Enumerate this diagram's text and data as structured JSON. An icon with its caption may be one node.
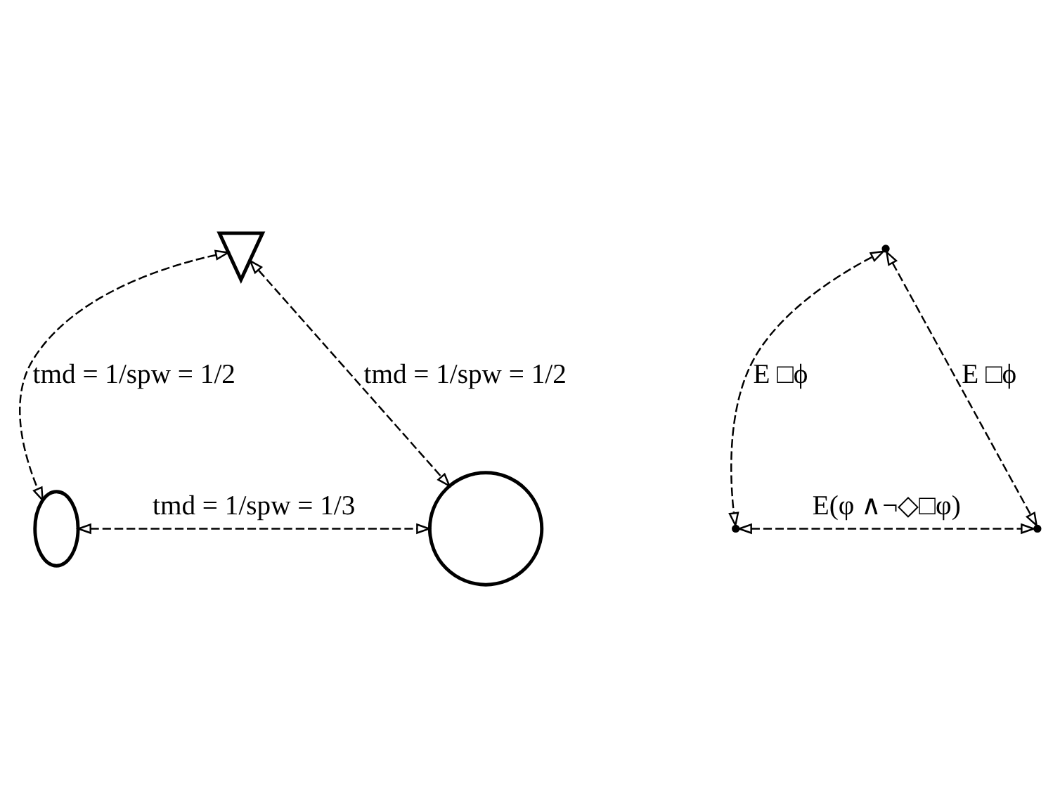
{
  "diagram": {
    "nodes": [
      {
        "text": [],
        "shape": "picture"
      },
      {
        "text": [],
        "shape": "ellipse"
      },
      {
        "text": [],
        "shape": "circle"
      },
      {
        "text": [],
        "shape": "point"
      },
      {
        "text": [],
        "shape": "point"
      },
      {
        "text": [],
        "shape": "point"
      }
    ],
    "edges": [
      {
        "from": 0,
        "to": 1,
        "arrow": "both",
        "style": "dashed",
        "label": "tmd = 1/spw = 1/2"
      },
      {
        "from": 0,
        "to": 2,
        "arrow": "both",
        "style": "dashed",
        "label": "tmd = 1/spw = 1/2"
      },
      {
        "from": 1,
        "to": 2,
        "arrow": "both",
        "style": "dashed",
        "label": "tmd = 1/spw = 1/3"
      },
      {
        "from": 3,
        "to": 4,
        "arrow": "both",
        "style": "dashed",
        "label": "E □ϕ"
      },
      {
        "from": 3,
        "to": 5,
        "arrow": "both",
        "style": "dashed",
        "label": "E □ϕ"
      },
      {
        "from": 4,
        "to": 5,
        "arrow": "both",
        "style": "dashed",
        "label": "E(φ ∧¬◇□φ)"
      }
    ]
  }
}
